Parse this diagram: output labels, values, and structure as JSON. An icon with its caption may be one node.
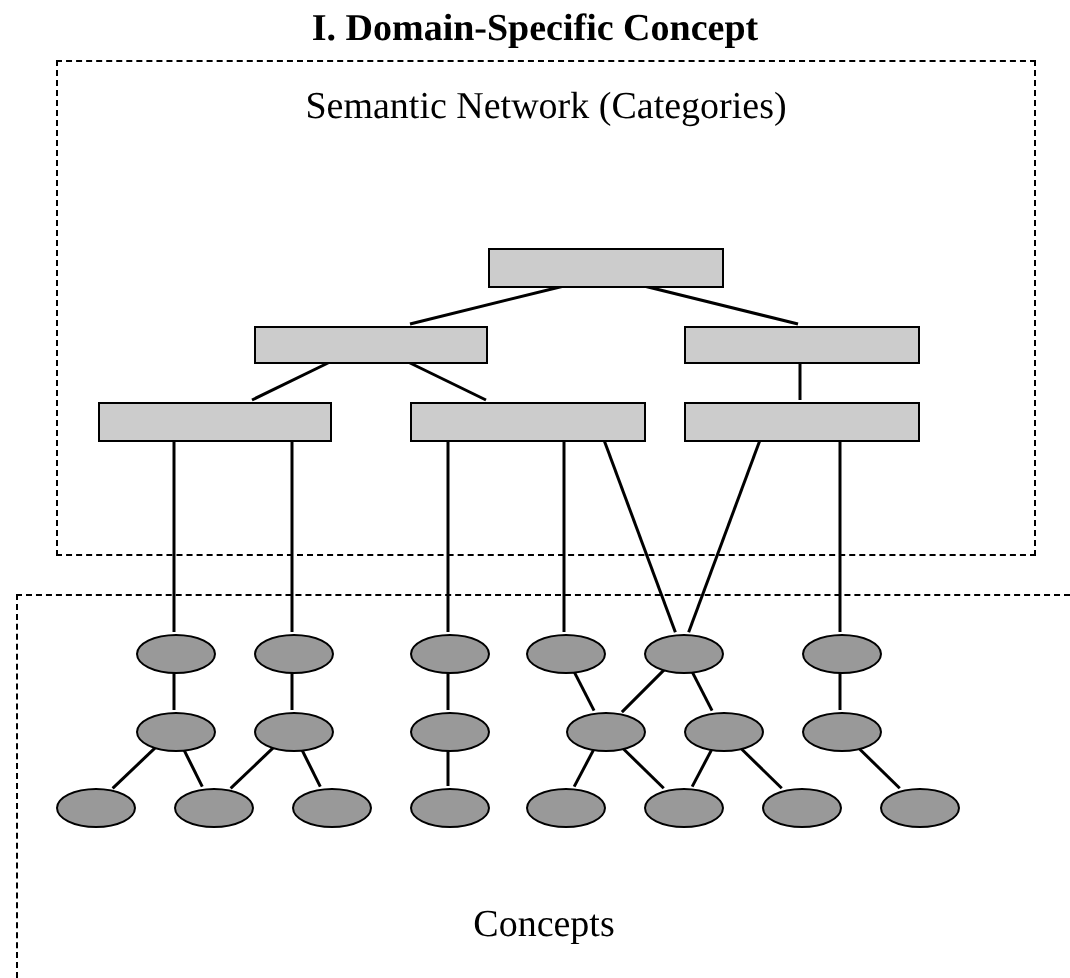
{
  "diagram": {
    "title": "I. Domain-Specific Concept",
    "nodes": [
      {
        "text": [
          "Semantic Network (Categories)"
        ]
      },
      {
        "text": [],
        "shape": "box",
        "in": 0
      },
      {
        "text": [],
        "shape": "box",
        "in": 0
      },
      {
        "text": [],
        "shape": "box",
        "in": 0
      },
      {
        "text": [],
        "shape": "box",
        "in": 0
      },
      {
        "text": [],
        "shape": "box",
        "in": 0
      },
      {
        "text": [],
        "shape": "box",
        "in": 0
      },
      {
        "text": [
          "Concepts"
        ]
      },
      {
        "text": [],
        "shape": "ellipse",
        "in": 7
      },
      {
        "text": [],
        "shape": "ellipse",
        "in": 7
      },
      {
        "text": [],
        "shape": "ellipse",
        "in": 7
      },
      {
        "text": [],
        "shape": "ellipse",
        "in": 7
      },
      {
        "text": [],
        "shape": "ellipse",
        "in": 7
      },
      {
        "text": [],
        "shape": "ellipse",
        "in": 7
      },
      {
        "text": [],
        "shape": "ellipse",
        "in": 7
      },
      {
        "text": [],
        "shape": "ellipse",
        "in": 7
      },
      {
        "text": [],
        "shape": "ellipse",
        "in": 7
      },
      {
        "text": [],
        "shape": "ellipse",
        "in": 7
      },
      {
        "text": [],
        "shape": "ellipse",
        "in": 7
      },
      {
        "text": [],
        "shape": "ellipse",
        "in": 7
      },
      {
        "text": [],
        "shape": "ellipse",
        "in": 7
      },
      {
        "text": [],
        "shape": "ellipse",
        "in": 7
      },
      {
        "text": [],
        "shape": "ellipse",
        "in": 7
      },
      {
        "text": [],
        "shape": "ellipse",
        "in": 7
      },
      {
        "text": [],
        "shape": "ellipse",
        "in": 7
      },
      {
        "text": [],
        "shape": "ellipse",
        "in": 7
      },
      {
        "text": [],
        "shape": "ellipse",
        "in": 7
      },
      {
        "text": [],
        "shape": "ellipse",
        "in": 7
      }
    ],
    "edges": [
      {
        "from": 1,
        "to": 2,
        "arrow": "none"
      },
      {
        "from": 1,
        "to": 3,
        "arrow": "none"
      },
      {
        "from": 2,
        "to": 4,
        "arrow": "none"
      },
      {
        "from": 2,
        "to": 5,
        "arrow": "none"
      },
      {
        "from": 3,
        "to": 6,
        "arrow": "none"
      },
      {
        "from": 4,
        "to": 8,
        "arrow": "none"
      },
      {
        "from": 4,
        "to": 9,
        "arrow": "none"
      },
      {
        "from": 5,
        "to": 10,
        "arrow": "none"
      },
      {
        "from": 5,
        "to": 11,
        "arrow": "none"
      },
      {
        "from": 5,
        "to": 12,
        "arrow": "none"
      },
      {
        "from": 6,
        "to": 12,
        "arrow": "none"
      },
      {
        "from": 6,
        "to": 13,
        "arrow": "none"
      },
      {
        "from": 8,
        "to": 14,
        "arrow": "none"
      },
      {
        "from": 9,
        "to": 15,
        "arrow": "none"
      },
      {
        "from": 10,
        "to": 16,
        "arrow": "none"
      },
      {
        "from": 11,
        "to": 17,
        "arrow": "none"
      },
      {
        "from": 12,
        "to": 17,
        "arrow": "none"
      },
      {
        "from": 12,
        "to": 18,
        "arrow": "none"
      },
      {
        "from": 13,
        "to": 19,
        "arrow": "none"
      },
      {
        "from": 14,
        "to": 20,
        "arrow": "none"
      },
      {
        "from": 14,
        "to": 21,
        "arrow": "none"
      },
      {
        "from": 15,
        "to": 21,
        "arrow": "none"
      },
      {
        "from": 15,
        "to": 22,
        "arrow": "none"
      },
      {
        "from": 16,
        "to": 23,
        "arrow": "none"
      },
      {
        "from": 17,
        "to": 24,
        "arrow": "none"
      },
      {
        "from": 17,
        "to": 25,
        "arrow": "none"
      },
      {
        "from": 18,
        "to": 25,
        "arrow": "none"
      },
      {
        "from": 18,
        "to": 26,
        "arrow": "none"
      },
      {
        "from": 19,
        "to": 27,
        "arrow": "none"
      }
    ]
  }
}
